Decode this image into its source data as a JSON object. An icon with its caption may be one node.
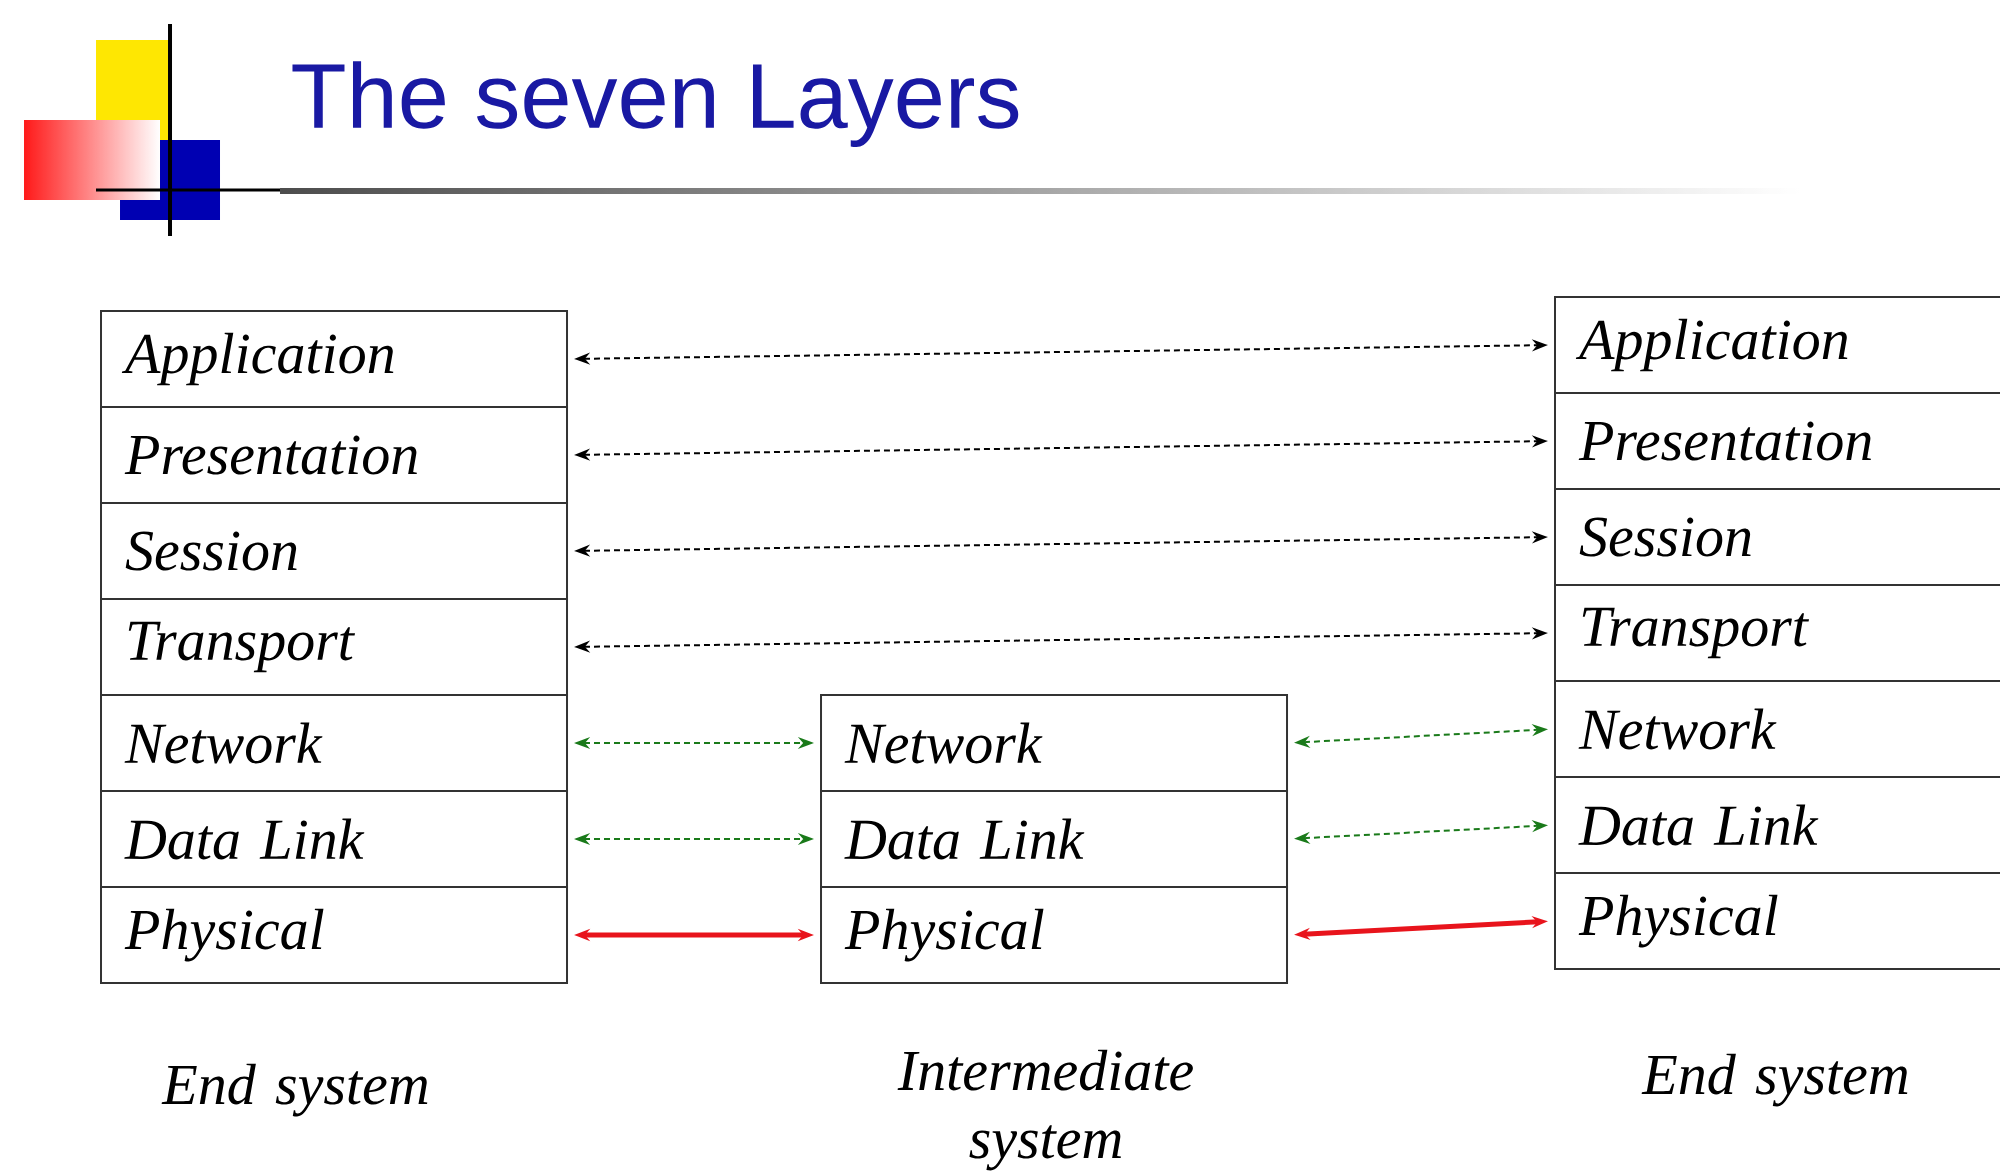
{
  "diagram": {
    "title": "The seven Layers",
    "nodes": [
      {
        "text": [
          "Application"
        ]
      },
      {
        "text": [
          "Presentation"
        ]
      },
      {
        "text": [
          "Session"
        ]
      },
      {
        "text": [
          "Transport"
        ]
      },
      {
        "text": [
          "Network"
        ]
      },
      {
        "text": [
          "Data Link"
        ]
      },
      {
        "text": [
          "Physical"
        ]
      },
      {
        "text": [
          "Network"
        ]
      },
      {
        "text": [
          "Data Link"
        ]
      },
      {
        "text": [
          "Physical"
        ]
      },
      {
        "text": [
          "Application"
        ]
      },
      {
        "text": [
          "Presentation"
        ]
      },
      {
        "text": [
          "Session"
        ]
      },
      {
        "text": [
          "Transport"
        ]
      },
      {
        "text": [
          "Network"
        ]
      },
      {
        "text": [
          "Data Link"
        ]
      },
      {
        "text": [
          "Physical"
        ]
      }
    ],
    "edges": [
      {
        "from": 0,
        "to": 10,
        "arrow": "both",
        "style": "dashed",
        "color": "#000000"
      },
      {
        "from": 1,
        "to": 11,
        "arrow": "both",
        "style": "dashed",
        "color": "#000000"
      },
      {
        "from": 2,
        "to": 12,
        "arrow": "both",
        "style": "dashed",
        "color": "#000000"
      },
      {
        "from": 3,
        "to": 13,
        "arrow": "both",
        "style": "dashed",
        "color": "#000000"
      },
      {
        "from": 4,
        "to": 7,
        "arrow": "both",
        "style": "dashed",
        "color": "#1a7a1a"
      },
      {
        "from": 5,
        "to": 8,
        "arrow": "both",
        "style": "dashed",
        "color": "#1a7a1a"
      },
      {
        "from": 6,
        "to": 9,
        "arrow": "both",
        "style": "thick",
        "color": "#e8141c"
      },
      {
        "from": 7,
        "to": 14,
        "arrow": "both",
        "style": "dashed",
        "color": "#1a7a1a"
      },
      {
        "from": 8,
        "to": 15,
        "arrow": "both",
        "style": "dashed",
        "color": "#1a7a1a"
      },
      {
        "from": 9,
        "to": 16,
        "arrow": "both",
        "style": "thick",
        "color": "#e8141c"
      }
    ],
    "labels": [
      "End system",
      "Intermediate system",
      "End system"
    ]
  }
}
